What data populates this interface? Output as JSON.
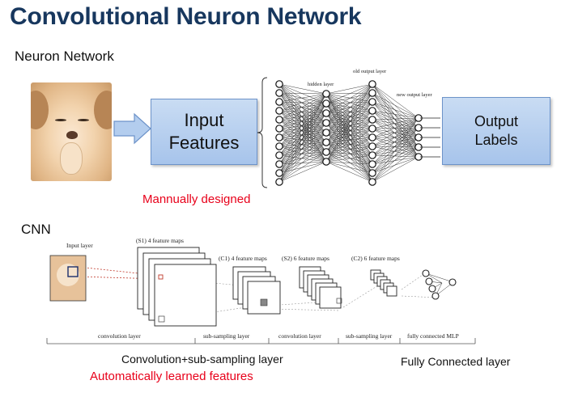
{
  "slide": {
    "title": "Convolutional Neuron Network"
  },
  "top": {
    "section_label": "Neuron Network",
    "input_box": "Input Features",
    "output_box": "Output Labels",
    "manual_note": "Mannually designed",
    "network_labels": {
      "hidden": "hidden layer",
      "old_output": "old output layer",
      "new_output": "new output layer"
    }
  },
  "bottom": {
    "section_label": "CNN",
    "input_layer": "Input layer",
    "s1": "(S1) 4 feature maps",
    "c1": "(C1) 4 feature maps",
    "s2": "(S2) 6 feature maps",
    "c2": "(C2) 6 feature maps",
    "axis_labels": [
      "convolution layer",
      "sub-sampling layer",
      "convolution layer",
      "sub-sampling layer",
      "fully connected MLP"
    ],
    "conv_caption": "Convolution+sub-sampling layer",
    "fc_caption": "Fully Connected layer",
    "auto_note": "Automatically learned features"
  },
  "colors": {
    "title": "#17375e",
    "box_fill": "#b8d0ef",
    "box_border": "#6d93c9",
    "accent_red": "#e8001a"
  }
}
